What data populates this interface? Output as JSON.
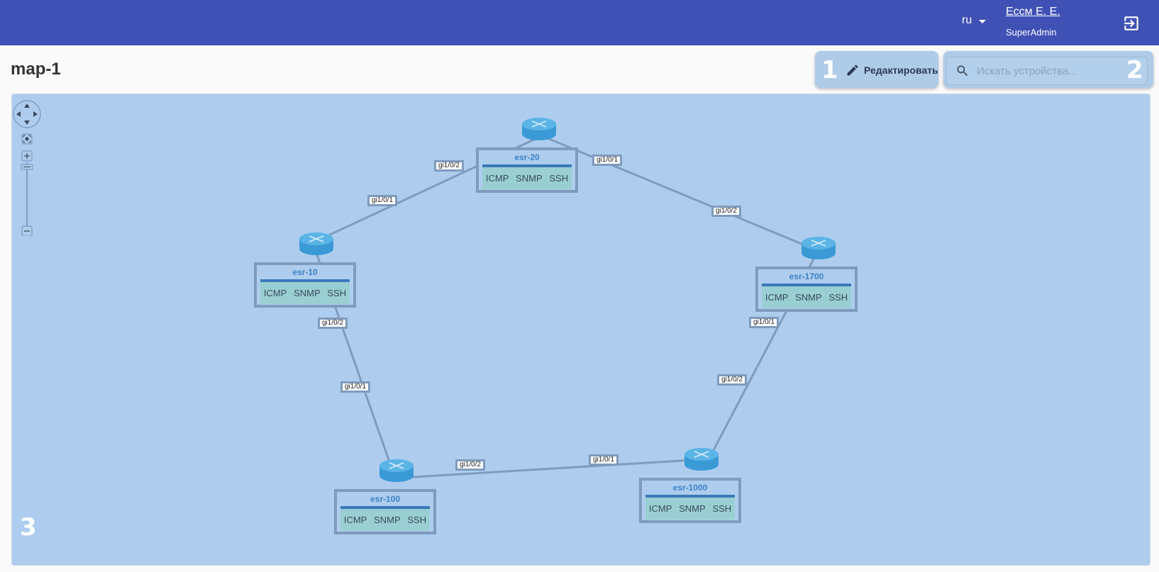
{
  "header": {
    "language": "ru",
    "user_name": "Еcсм Е. Е.",
    "user_role": "SuperAdmin",
    "logout_icon": "logout-icon"
  },
  "page": {
    "title": "map-1",
    "edit_label": "Редактировать",
    "search_placeholder": "Искать устройства...",
    "annotations": [
      "1",
      "2",
      "3"
    ]
  },
  "map": {
    "devices": [
      {
        "name": "esr-20",
        "services": [
          "ICMP",
          "SNMP",
          "SSH"
        ]
      },
      {
        "name": "esr-10",
        "services": [
          "ICMP",
          "SNMP",
          "SSH"
        ]
      },
      {
        "name": "esr-1700",
        "services": [
          "ICMP",
          "SNMP",
          "SSH"
        ]
      },
      {
        "name": "esr-100",
        "services": [
          "ICMP",
          "SNMP",
          "SSH"
        ]
      },
      {
        "name": "esr-1000",
        "services": [
          "ICMP",
          "SNMP",
          "SSH"
        ]
      }
    ],
    "links": [
      {
        "from": "esr-20",
        "to": "esr-10",
        "ports": [
          "gi1/0/2",
          "gi1/0/1"
        ]
      },
      {
        "from": "esr-20",
        "to": "esr-1700",
        "ports": [
          "gi1/0/1",
          "gi1/0/2"
        ]
      },
      {
        "from": "esr-10",
        "to": "esr-100",
        "ports": [
          "gi1/0/2",
          "gi1/0/1"
        ]
      },
      {
        "from": "esr-1700",
        "to": "esr-1000",
        "ports": [
          "gi1/0/1",
          "gi1/0/2"
        ]
      },
      {
        "from": "esr-100",
        "to": "esr-1000",
        "ports": [
          "gi1/0/2",
          "gi1/0/1"
        ]
      }
    ],
    "colors": {
      "background": "#aecdee",
      "link": "#7f9bbd",
      "router": "#4aa8e0",
      "card_title": "#3c82c6"
    },
    "controls": [
      "pan-control",
      "fit-icon",
      "zoom-in-icon",
      "zoom-slider",
      "zoom-out-icon"
    ]
  }
}
